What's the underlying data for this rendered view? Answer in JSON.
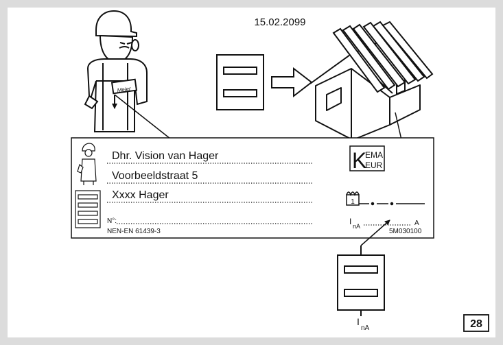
{
  "header": {
    "date": "15.02.2099"
  },
  "label_card": {
    "name": "Dhr. Vision van Hager",
    "street": "Voorbeeldstraat 5",
    "city": "Xxxx Hager",
    "number_label": "N°:",
    "standard": "NEN-EN 61439-3",
    "mark_letter": "K",
    "mark_line1": "EMA",
    "mark_line2": "EUR",
    "current_symbol": "I",
    "current_subscript": "nA",
    "unit": "A",
    "part_number": "5M030100"
  },
  "installer_badge": "Meier",
  "bottom_panel": {
    "symbol": "I",
    "subscript": "nA"
  },
  "page_number": "28"
}
